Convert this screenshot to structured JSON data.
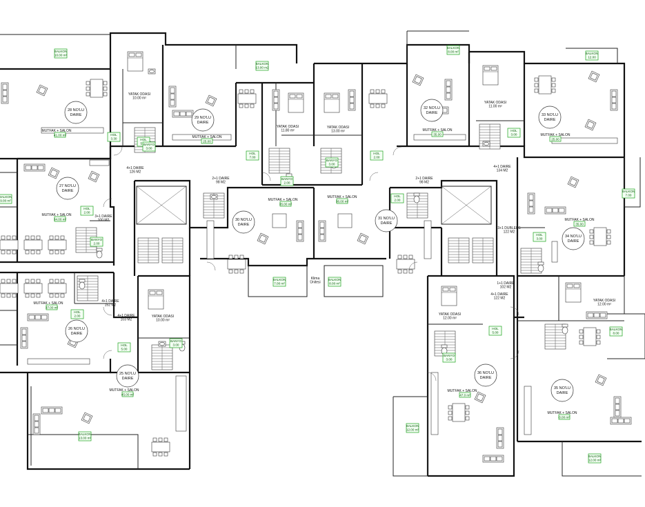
{
  "units": [
    {
      "id": "u28",
      "circle": [
        "28 NO'LU",
        "DAIRE"
      ],
      "mutfak": [
        "MUTFAK + SALON",
        "41.00 m²"
      ]
    },
    {
      "id": "u29",
      "circle": [
        "29 NO'LU",
        "DAIRE"
      ],
      "mutfak": [
        "MUTFAK + SALON",
        "25.00"
      ]
    },
    {
      "id": "u32",
      "circle": [
        "32 NO'LU",
        "DAIRE"
      ],
      "mutfak": [
        "MUTFAK + SALON",
        "35.00"
      ]
    },
    {
      "id": "u33",
      "circle": [
        "33 NO'LU",
        "DAIRE"
      ],
      "mutfak": [
        "MUTFAK + SALON",
        "25.00"
      ]
    },
    {
      "id": "u27",
      "circle": [
        "27 NO'LU",
        "DAIRE"
      ],
      "mutfak": [
        "MUTFAK + SALON",
        "34.00 m²"
      ]
    },
    {
      "id": "u30",
      "circle": [
        "30 NO'LU",
        "DAIRE"
      ],
      "mutfak": [
        "MUTFAK + SALON",
        "35.00 m²"
      ]
    },
    {
      "id": "u31",
      "circle": [
        "31 NO'LU",
        "DAIRE"
      ],
      "mutfak": [
        "MUTFAK + SALON",
        "36.00 m²"
      ]
    },
    {
      "id": "u34",
      "circle": [
        "34 NO'LU",
        "DAIRE"
      ],
      "mutfak": [
        "MUTFAK + SALON",
        "35.00"
      ]
    },
    {
      "id": "u26",
      "circle": [
        "26 NO'LU",
        "DAIRE"
      ],
      "mutfak": [
        "MUTFAK + SALON",
        "37.00 m²"
      ]
    },
    {
      "id": "u25",
      "circle": [
        "25 NO'LU",
        "DAIRE"
      ],
      "mutfak": [
        "MUTFAK + SALON",
        "45.00 m²"
      ]
    },
    {
      "id": "u36",
      "circle": [
        "36 NO'LU",
        "DAIRE"
      ],
      "mutfak": [
        "MUTFAK + SALON",
        "47.0 m²"
      ]
    },
    {
      "id": "u35",
      "circle": [
        "35 NO'LU",
        "DAIRE"
      ],
      "mutfak": [
        "MUTFAK + SALON",
        "0.00 m²"
      ]
    }
  ],
  "tags": [
    {
      "id": "t01",
      "t": [
        "BALKON",
        "10.00 m²"
      ]
    },
    {
      "id": "t02",
      "t": [
        "BALKON",
        "13.00 m2"
      ]
    },
    {
      "id": "t03",
      "t": [
        "BALKON",
        "8.00 m²"
      ]
    },
    {
      "id": "t04",
      "t": [
        "BALKON",
        "12.00"
      ]
    },
    {
      "id": "t05",
      "t": [
        "HOL",
        "3.30"
      ]
    },
    {
      "id": "t06",
      "t": [
        "HOL",
        "5.00"
      ]
    },
    {
      "id": "t07",
      "t": [
        "HOL",
        "7.00"
      ]
    },
    {
      "id": "t08",
      "t": [
        "HOL",
        "3.00"
      ]
    },
    {
      "id": "t09",
      "t": [
        "HOL",
        "2.00"
      ]
    },
    {
      "id": "t10",
      "t": [
        "BALKON",
        "9.00 m²"
      ]
    },
    {
      "id": "t11",
      "t": [
        "HOL",
        "2.00"
      ]
    },
    {
      "id": "t12",
      "t": [
        "BALKON",
        "7.00"
      ]
    },
    {
      "id": "t13",
      "t": [
        "HOL",
        "2.00"
      ]
    },
    {
      "id": "t14",
      "t": [
        "HOL",
        "3.00"
      ]
    },
    {
      "id": "t15",
      "t": [
        "BALKON",
        "7.00 m²"
      ]
    },
    {
      "id": "t16",
      "t": [
        "BALKON",
        "8.00 m²"
      ]
    },
    {
      "id": "t17",
      "t": [
        "HOL",
        "2.00"
      ]
    },
    {
      "id": "t18",
      "t": [
        "HOL",
        "5.00"
      ]
    },
    {
      "id": "t19",
      "t": [
        "HOL",
        "5.00"
      ]
    },
    {
      "id": "t20",
      "t": [
        "BALKON",
        "8.00"
      ]
    },
    {
      "id": "t21",
      "t": [
        "BALKON",
        "13.00 m²"
      ]
    },
    {
      "id": "t22",
      "t": [
        "BALKON",
        "12.00 m²"
      ]
    },
    {
      "id": "t23",
      "t": [
        "BALKON",
        "12.00 m²"
      ]
    },
    {
      "id": "t24",
      "t": [
        "BANYO",
        "3.00"
      ]
    },
    {
      "id": "t25",
      "t": [
        "BANYO",
        "2.00"
      ]
    },
    {
      "id": "t26",
      "t": [
        "BANYO",
        "3.00"
      ]
    },
    {
      "id": "t27",
      "t": [
        "BANYO",
        "2.00"
      ]
    },
    {
      "id": "t28",
      "t": [
        "BANYO",
        "3.00"
      ]
    },
    {
      "id": "t29",
      "t": [
        "BANYO",
        "3.00"
      ]
    }
  ],
  "labels": [
    {
      "id": "l01",
      "t": [
        "YATAK ODASI",
        "10.00 m²"
      ]
    },
    {
      "id": "l02",
      "t": [
        "YATAK ODASI",
        "11.80 m²"
      ]
    },
    {
      "id": "l03",
      "t": [
        "YATAK ODASI",
        "13.00 m²"
      ]
    },
    {
      "id": "l04",
      "t": [
        "YATAK ODASI",
        "11.00 m²"
      ]
    },
    {
      "id": "l05",
      "t": [
        "YATAK ODASI",
        "10.00 m²"
      ]
    },
    {
      "id": "l06",
      "t": [
        "YATAK ODASI",
        "12.00 m²"
      ]
    },
    {
      "id": "l07",
      "t": [
        "YATAK ODASI",
        "12.00 m²"
      ]
    },
    {
      "id": "l08",
      "t": [
        "4+1 DAIRE",
        "126 M2"
      ]
    },
    {
      "id": "l09",
      "t": [
        "2+1 DAIRE",
        "98 M2"
      ]
    },
    {
      "id": "l10",
      "t": [
        "4+1 DAIRE",
        "152 M2"
      ]
    },
    {
      "id": "l11",
      "t": [
        "3+1 DAIRE",
        "100 M2"
      ]
    },
    {
      "id": "l12",
      "t": [
        "2+1 DAIRE",
        "98 M2"
      ]
    },
    {
      "id": "l13",
      "t": [
        "4+1 DAIRE",
        "134 M2"
      ]
    },
    {
      "id": "l14",
      "t": [
        "3+1 DUBLEKS",
        "122 M2"
      ]
    },
    {
      "id": "l15",
      "t": [
        "1+1 DAIRE",
        "102 M2"
      ]
    },
    {
      "id": "l16",
      "t": [
        "4+1 DAIRE",
        "122 M2"
      ]
    },
    {
      "id": "l17",
      "t": [
        "4+1 DAIRE",
        "103 M2"
      ]
    },
    {
      "id": "l18",
      "t": [
        "Klima",
        "Ünitesi"
      ]
    }
  ]
}
